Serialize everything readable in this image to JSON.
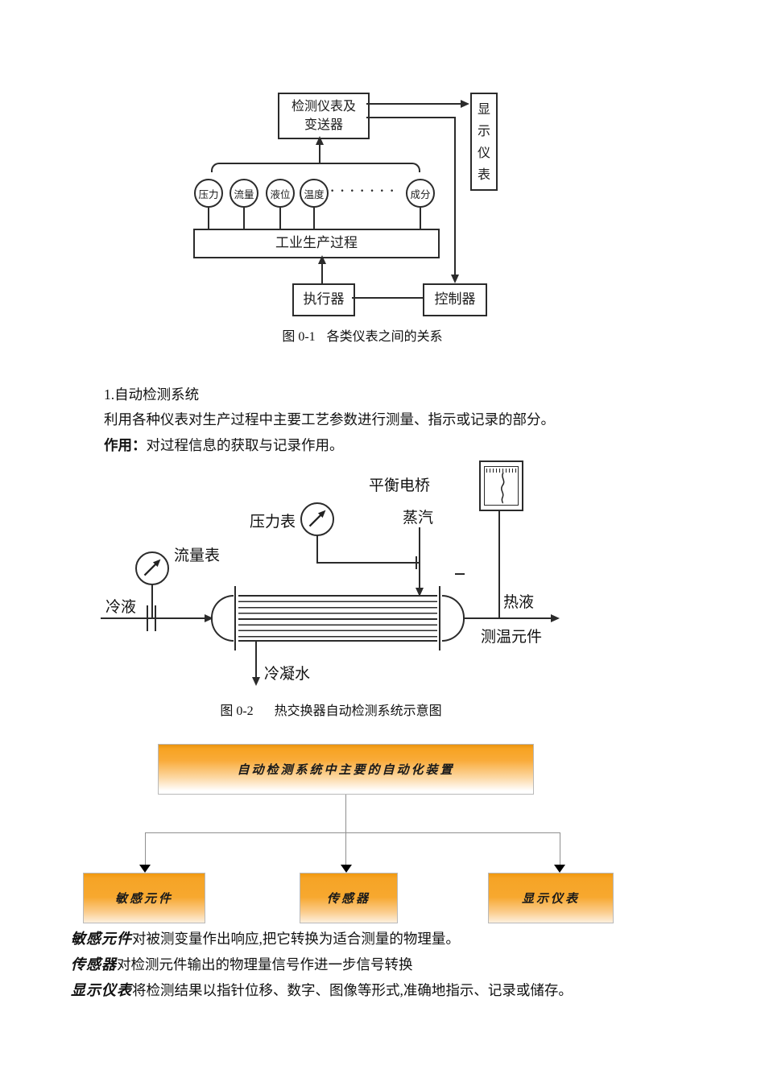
{
  "figure1": {
    "detector_box": {
      "line1": "检测仪表及",
      "line2": "变送器"
    },
    "display_box": "显示仪表",
    "sensors": [
      {
        "label": "压力"
      },
      {
        "label": "流量"
      },
      {
        "label": "液位"
      },
      {
        "label": "温度"
      },
      {
        "label": "成分"
      }
    ],
    "ellipsis_dots": "·······",
    "process_box": "工业生产过程",
    "actuator_box": "执行器",
    "controller_box": "控制器",
    "caption_num": "图 0-1",
    "caption_title": "各类仪表之间的关系"
  },
  "intro": {
    "heading": "1.自动检测系统",
    "line1": "利用各种仪表对生产过程中主要工艺参数进行测量、指示或记录的部分。",
    "term": "作用：",
    "line2": "对过程信息的获取与记录作用。"
  },
  "figure2": {
    "labels": {
      "balance_bridge": "平衡电桥",
      "steam": "蒸汽",
      "pressure_gauge": "压力表",
      "flow_meter": "流量表",
      "cold_liquid": "冷液",
      "hot_liquid": "热液",
      "temp_element": "测温元件",
      "condensate": "冷凝水"
    },
    "caption_num": "图 0-2",
    "caption_title": "热交换器自动检测系统示意图"
  },
  "org_chart": {
    "root_label": "自动检测系统中主要的自动化装置",
    "children": [
      {
        "label": "敏感元件"
      },
      {
        "label": "传感器"
      },
      {
        "label": "显示仪表"
      }
    ],
    "accent_orange": "#f6a21f",
    "connector_gray": "#8f8f8f"
  },
  "definitions": [
    {
      "term": "敏感元件",
      "text": "对被测变量作出响应,把它转换为适合测量的物理量。"
    },
    {
      "term": "传感器",
      "text": "对检测元件输出的物理量信号作进一步信号转换"
    },
    {
      "term": "显示仪表",
      "text": "将检测结果以指针位移、数字、图像等形式,准确地指示、记录或储存。"
    }
  ]
}
